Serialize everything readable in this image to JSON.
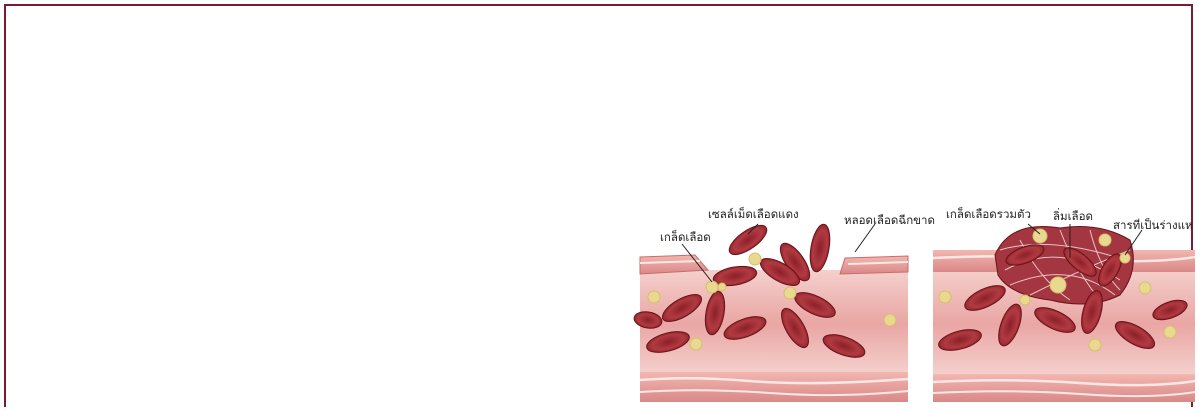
{
  "figure": {
    "labels": {
      "platelet": "เกล็ดเลือด",
      "red_blood_cell": "เซลล์เม็ดเลือดแดง",
      "torn_vessel": "หลอดเลือดฉีกขาด",
      "platelet_aggregation": "เกล็ดเลือดรวมตัว",
      "blood_clot": "ลิ่มเลือด",
      "fibrin": "สารที่เป็นร่างแห"
    },
    "colors": {
      "frame_border": "#7a1a35",
      "vessel_wall": "#e8a0a0",
      "vessel_lumen": "#f2c4c0",
      "red_cell": "#a8323a",
      "platelet": "#e8d890"
    }
  }
}
